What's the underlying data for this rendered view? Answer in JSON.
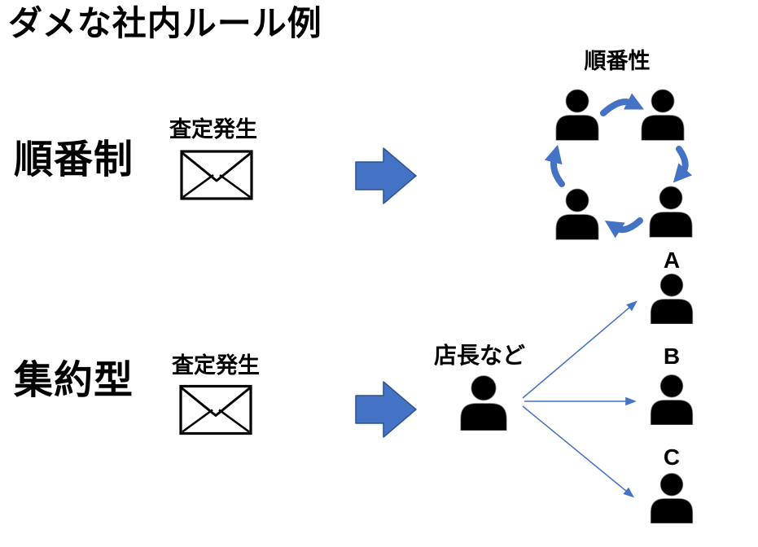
{
  "title": "ダメな社内ルール例",
  "row_junban": {
    "name": "順番制",
    "event_label": "査定発生",
    "cycle_label": "順番性"
  },
  "row_shuyaku": {
    "name": "集約型",
    "event_label": "査定発生",
    "manager_label": "店長など",
    "recipients": [
      "A",
      "B",
      "C"
    ]
  },
  "icons": {
    "envelope": "envelope-icon",
    "person": "person-icon",
    "block_arrow": "block-arrow-right-icon",
    "cycle_arrows": "curved-cycle-arrow-icons",
    "fan_arrows": "thin-fan-arrow-icons"
  },
  "colors": {
    "arrow_blue": "#4472C4",
    "block_arrow_border": "#2F528F",
    "icon_black": "#000000",
    "background": "#FFFFFF"
  }
}
